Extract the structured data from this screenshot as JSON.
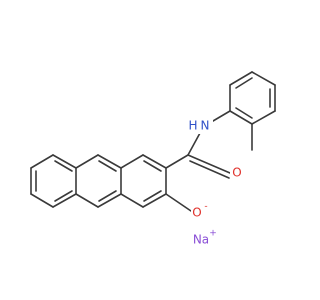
{
  "colors": {
    "bond": "#3a3a3a",
    "nitrogen": "#3050c8",
    "oxygen": "#e0302a",
    "sodium": "#8a4fd6",
    "carbon": "#3a3a3a"
  },
  "atoms": {
    "amide_n": {
      "symbol": "N",
      "hydrogen": "H"
    },
    "carbonyl_o": {
      "symbol": "O"
    },
    "phenoxide_o": {
      "symbol": "O",
      "charge": "-"
    },
    "sodium": {
      "symbol": "Na",
      "charge": "+"
    }
  }
}
